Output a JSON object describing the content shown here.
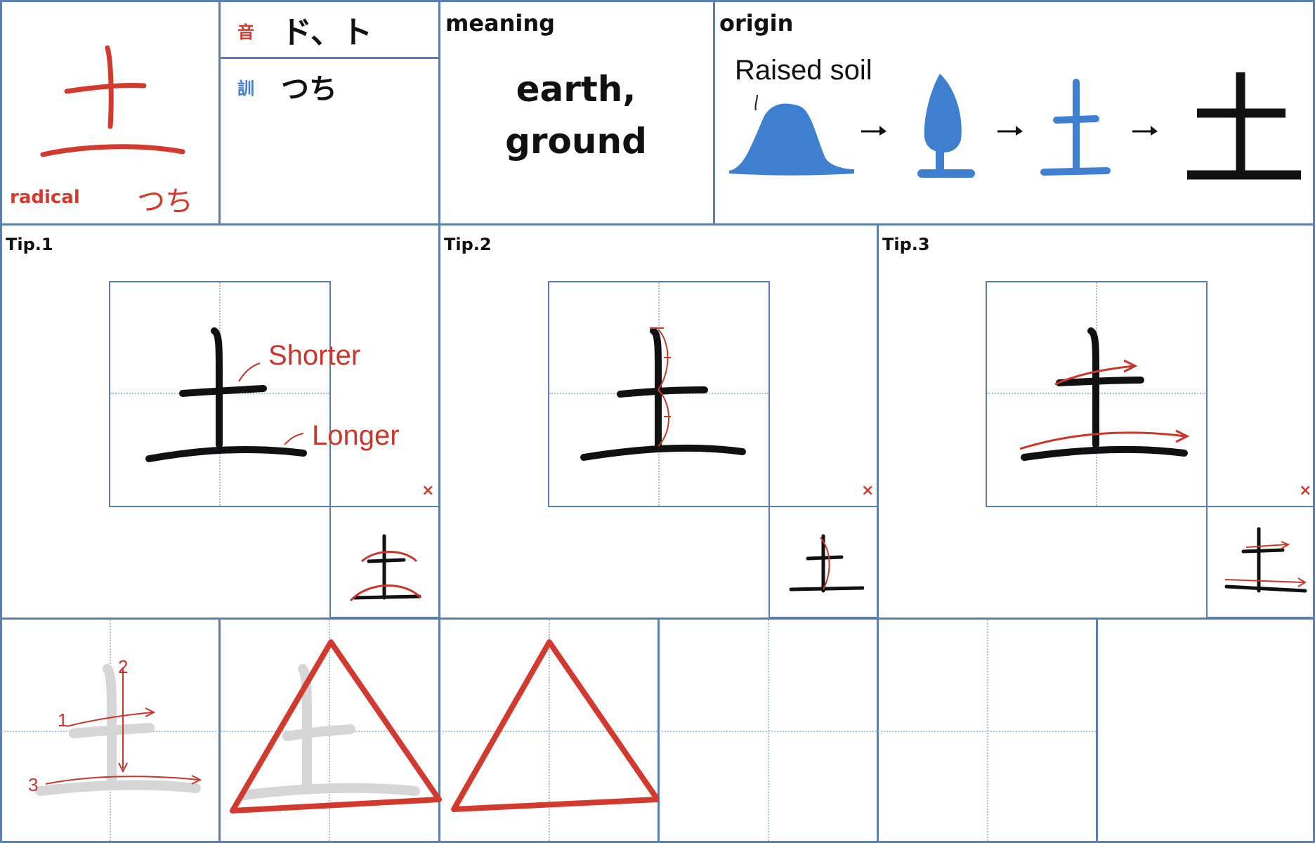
{
  "kanji": "土",
  "radical": {
    "label": "radical",
    "reading": "つち"
  },
  "readings": {
    "on_icon": "音",
    "on_value": "ド、ト",
    "kun_icon": "訓",
    "kun_value": "つち"
  },
  "meaning": {
    "label": "meaning",
    "line1": "earth,",
    "line2": "ground"
  },
  "origin": {
    "label": "origin",
    "note": "Raised soil"
  },
  "tips": [
    {
      "label": "Tip.1",
      "annot1": "Shorter",
      "annot2": "Longer",
      "mark": "×"
    },
    {
      "label": "Tip.2",
      "mark": "×"
    },
    {
      "label": "Tip.3",
      "mark": "×"
    }
  ],
  "stroke_numbers": [
    "1",
    "2",
    "3"
  ],
  "colors": {
    "accent_red": "#d23a2e",
    "origin_blue": "#3f7fd0",
    "grid": "#5a7fb0"
  }
}
